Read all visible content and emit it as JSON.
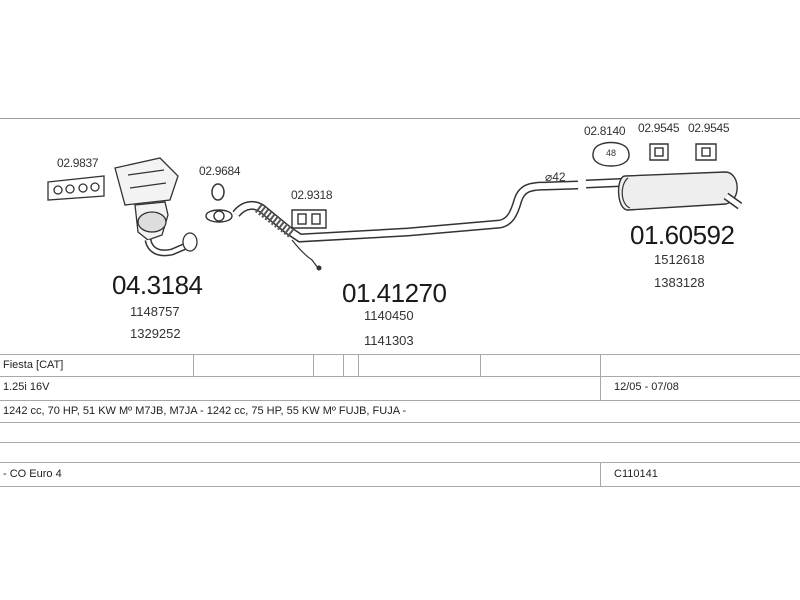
{
  "parts": {
    "small_labels": [
      "02.9837",
      "02.9684",
      "02.9318",
      "02.8140",
      "02.9545",
      "02.9545"
    ],
    "main_numbers": [
      {
        "code": "04.3184",
        "oem": [
          "1148757",
          "1329252"
        ]
      },
      {
        "code": "01.41270",
        "oem": [
          "1140450",
          "1141303"
        ]
      },
      {
        "code": "01.60592",
        "oem": [
          "1512618",
          "1383128"
        ]
      }
    ],
    "diameter_label": "⌀42",
    "hanger_badge": "48"
  },
  "table": {
    "model": "Fiesta  [CAT]",
    "engine": "1.25i 16V",
    "date_range": "12/05 - 07/08",
    "spec": "1242 cc, 70 HP, 51 KW Mº M7JB, M7JA - 1242 cc, 75 HP, 55 KW Mº FUJB, FUJA -",
    "emission": "- CO Euro 4",
    "catalog_code": "C110141"
  }
}
